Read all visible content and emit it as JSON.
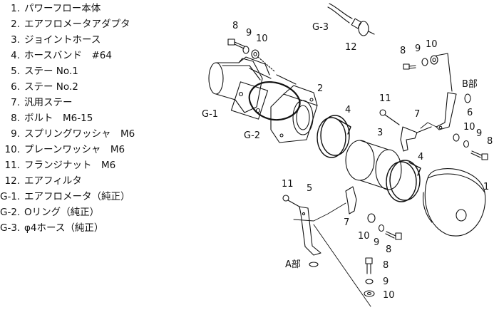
{
  "legend": [
    {
      "num": "1.",
      "text": "パワーフロー本体"
    },
    {
      "num": "2.",
      "text": "エアフロメータアダプタ"
    },
    {
      "num": "3.",
      "text": "ジョイントホース"
    },
    {
      "num": "4.",
      "text": "ホースバンド　#64"
    },
    {
      "num": "5.",
      "text": "ステー No.1"
    },
    {
      "num": "6.",
      "text": "ステー No.2"
    },
    {
      "num": "7.",
      "text": "汎用ステー"
    },
    {
      "num": "8.",
      "text": "ボルト　M6-15"
    },
    {
      "num": "9.",
      "text": "スプリングワッシャ　M6"
    },
    {
      "num": "10.",
      "text": "プレーンワッシャ　M6"
    },
    {
      "num": "11.",
      "text": "フランジナット　M6"
    },
    {
      "num": "12.",
      "text": "エアフィルタ"
    },
    {
      "num": "G-1.",
      "text": "エアフロメータ（純正）"
    },
    {
      "num": "G-2.",
      "text": "Oリング（純正）"
    },
    {
      "num": "G-3.",
      "text": "φ4ホース（純正）"
    }
  ],
  "callouts": {
    "c8a": "8",
    "c9a": "9",
    "c10a": "10",
    "g3": "G-3",
    "c12": "12",
    "c8b": "8",
    "c9b": "9",
    "c10b": "10",
    "bpart": "B部",
    "g1": "G-1",
    "c2": "2",
    "g2": "G-2",
    "c4a": "4",
    "c11a": "11",
    "c7a": "7",
    "c6": "6",
    "c3": "3",
    "c10c": "10",
    "c9c": "9",
    "c8c": "8",
    "c4b": "4",
    "c1": "1",
    "c11b": "11",
    "c5": "5",
    "c7b": "7",
    "c10d": "10",
    "c9d": "9",
    "c8d": "8",
    "apart": "A部",
    "c8e": "8",
    "c9e": "9",
    "c10e": "10"
  }
}
